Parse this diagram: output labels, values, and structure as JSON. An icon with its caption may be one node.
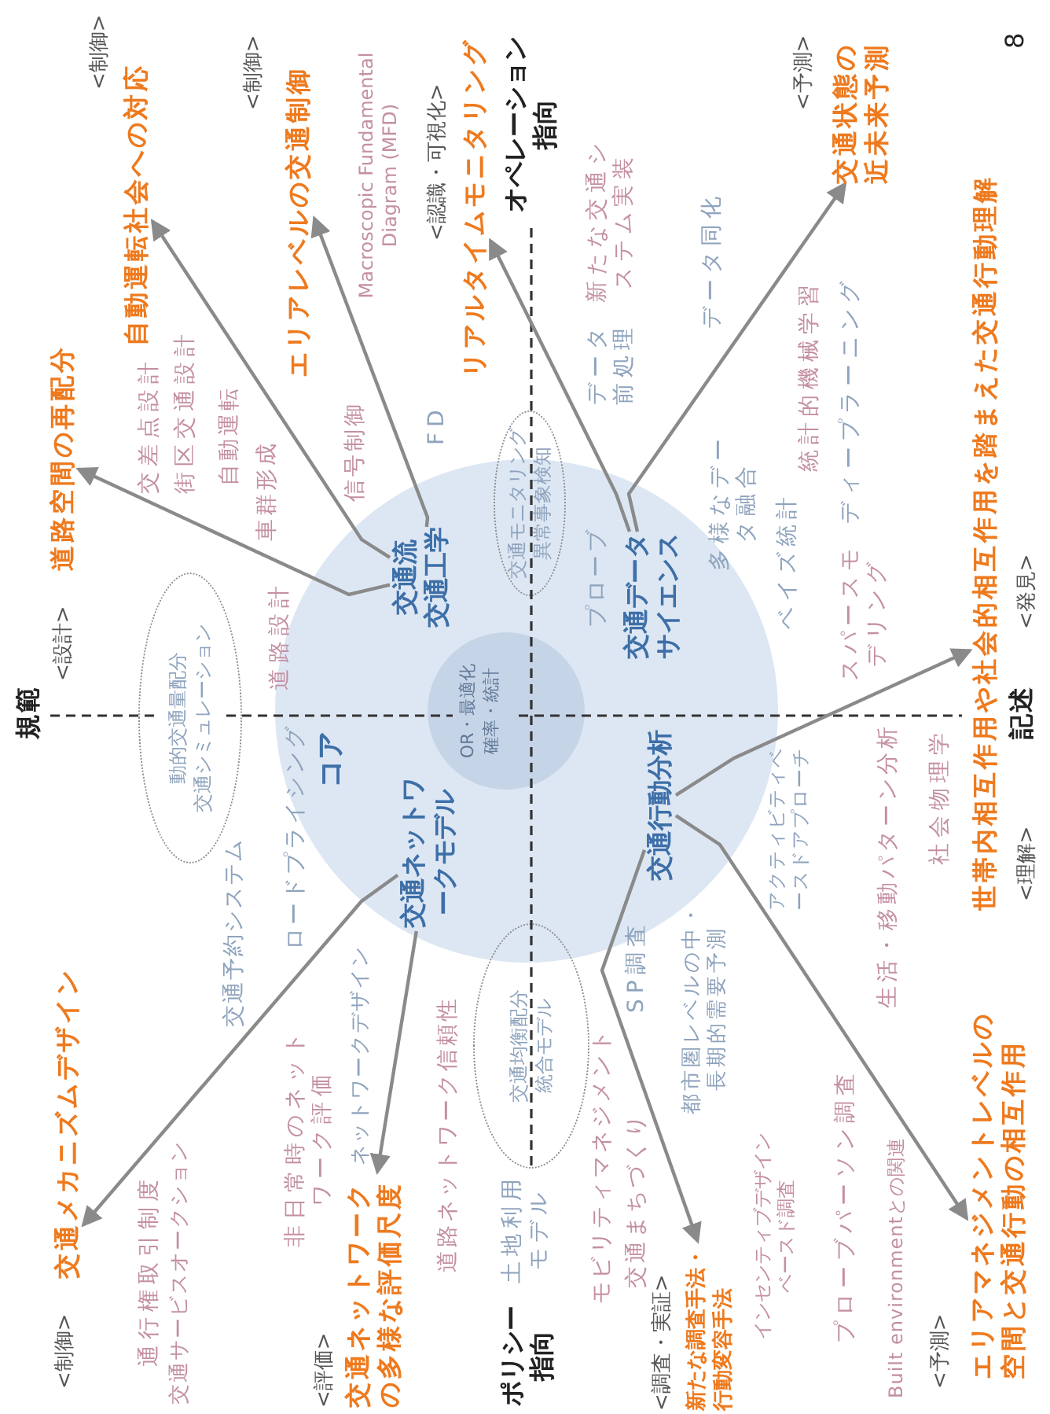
{
  "diagram": {
    "nodes": [
      {
        "text": [
          "コア"
        ]
      },
      {
        "text": [
          "OR・最適化",
          "確率・統計"
        ],
        "in": 0
      },
      {
        "text": [
          "交通流",
          "交通工学"
        ],
        "in": 0
      },
      {
        "text": [
          "交通データサイエンス"
        ],
        "in": 0
      },
      {
        "text": [
          "交通ネットワークモデル"
        ],
        "in": 0
      },
      {
        "text": [
          "交通行動分析"
        ],
        "in": 0
      },
      {
        "text": [
          "動的交通量配分",
          "交通シミュレーション"
        ]
      },
      {
        "text": [
          "交通モニタリング",
          "異常事象検知"
        ]
      },
      {
        "text": [
          "交通均衡配分",
          "統合モデル"
        ]
      },
      {
        "text": [
          "道路空間の再配分"
        ],
        "beside": [
          "<設計>"
        ]
      },
      {
        "text": [
          "自動運転社会への対応"
        ],
        "beside": [
          "<制御>"
        ]
      },
      {
        "text": [
          "エリアレベルの交通制御"
        ],
        "beside": [
          "<制御>"
        ]
      },
      {
        "text": [
          "リアルタイムモニタリング"
        ],
        "beside": [
          "<認識・可視化>"
        ]
      },
      {
        "text": [
          "交通状態の近未来予測"
        ],
        "beside": [
          "<予測>"
        ]
      },
      {
        "text": [
          "世帯内相互作用や社会的相互作用を踏まえた交通行動理解"
        ],
        "beside": [
          "<理解>",
          "<発見>"
        ]
      },
      {
        "text": [
          "エリアマネジメントレベルの空間と交通行動の相互作用"
        ],
        "beside": [
          "<予測>"
        ]
      },
      {
        "text": [
          "新たな調査手法・行動変容手法"
        ],
        "beside": [
          "<調査・実証>"
        ]
      },
      {
        "text": [
          "交通ネットワークの多様な評価尺度"
        ],
        "beside": [
          "<評価>"
        ]
      },
      {
        "text": [
          "交通メカニズムデザイン"
        ],
        "beside": [
          "<制御>"
        ]
      }
    ],
    "edges": [
      {
        "from": 2,
        "to": 9,
        "arrow": "to"
      },
      {
        "from": 2,
        "to": 10,
        "arrow": "to"
      },
      {
        "from": 2,
        "to": 11,
        "arrow": "to"
      },
      {
        "from": 3,
        "to": 12,
        "arrow": "to"
      },
      {
        "from": 3,
        "to": 13,
        "arrow": "to"
      },
      {
        "from": 5,
        "to": 14,
        "arrow": "to"
      },
      {
        "from": 5,
        "to": 15,
        "arrow": "to"
      },
      {
        "from": 5,
        "to": 16,
        "arrow": "to"
      },
      {
        "from": 4,
        "to": 17,
        "arrow": "to"
      },
      {
        "from": 4,
        "to": 18,
        "arrow": "to"
      }
    ],
    "labels": [
      "規範",
      "交差点設計",
      "街区交通設計",
      "通行権取引制度",
      "交通サービスオークション",
      "自動運転",
      "交通予約システム",
      "道路設計",
      "ロードプライシング",
      "非日常時のネットワーク評価",
      "車群形成",
      "Macroscopic Fundamental Diagram (MFD)",
      "ネットワークデザイン",
      "信号制御",
      "FD",
      "道路ネットワーク信頼性",
      "ポリシー指向",
      "土地利用モデル",
      "オペレーション指向",
      "新たな交通システム実装",
      "モビリティマネジメント",
      "データ前処理",
      "交通まちづくり",
      "SP調査",
      "都市圏レベルの中・長期的需要予測",
      "プローブ",
      "多様なデータ融合",
      "データ同化",
      "インセンティブデザインベースド調査",
      "アクティビティベースドアプローチ",
      "統計的機械学習",
      "ベイズ統計",
      "プローブパーソン調査",
      "ディープラーニング",
      "スパースモデリング",
      "生活・移動パターン分析",
      "Built environmentとの関連",
      "社会物理学",
      "記述",
      "8"
    ]
  }
}
